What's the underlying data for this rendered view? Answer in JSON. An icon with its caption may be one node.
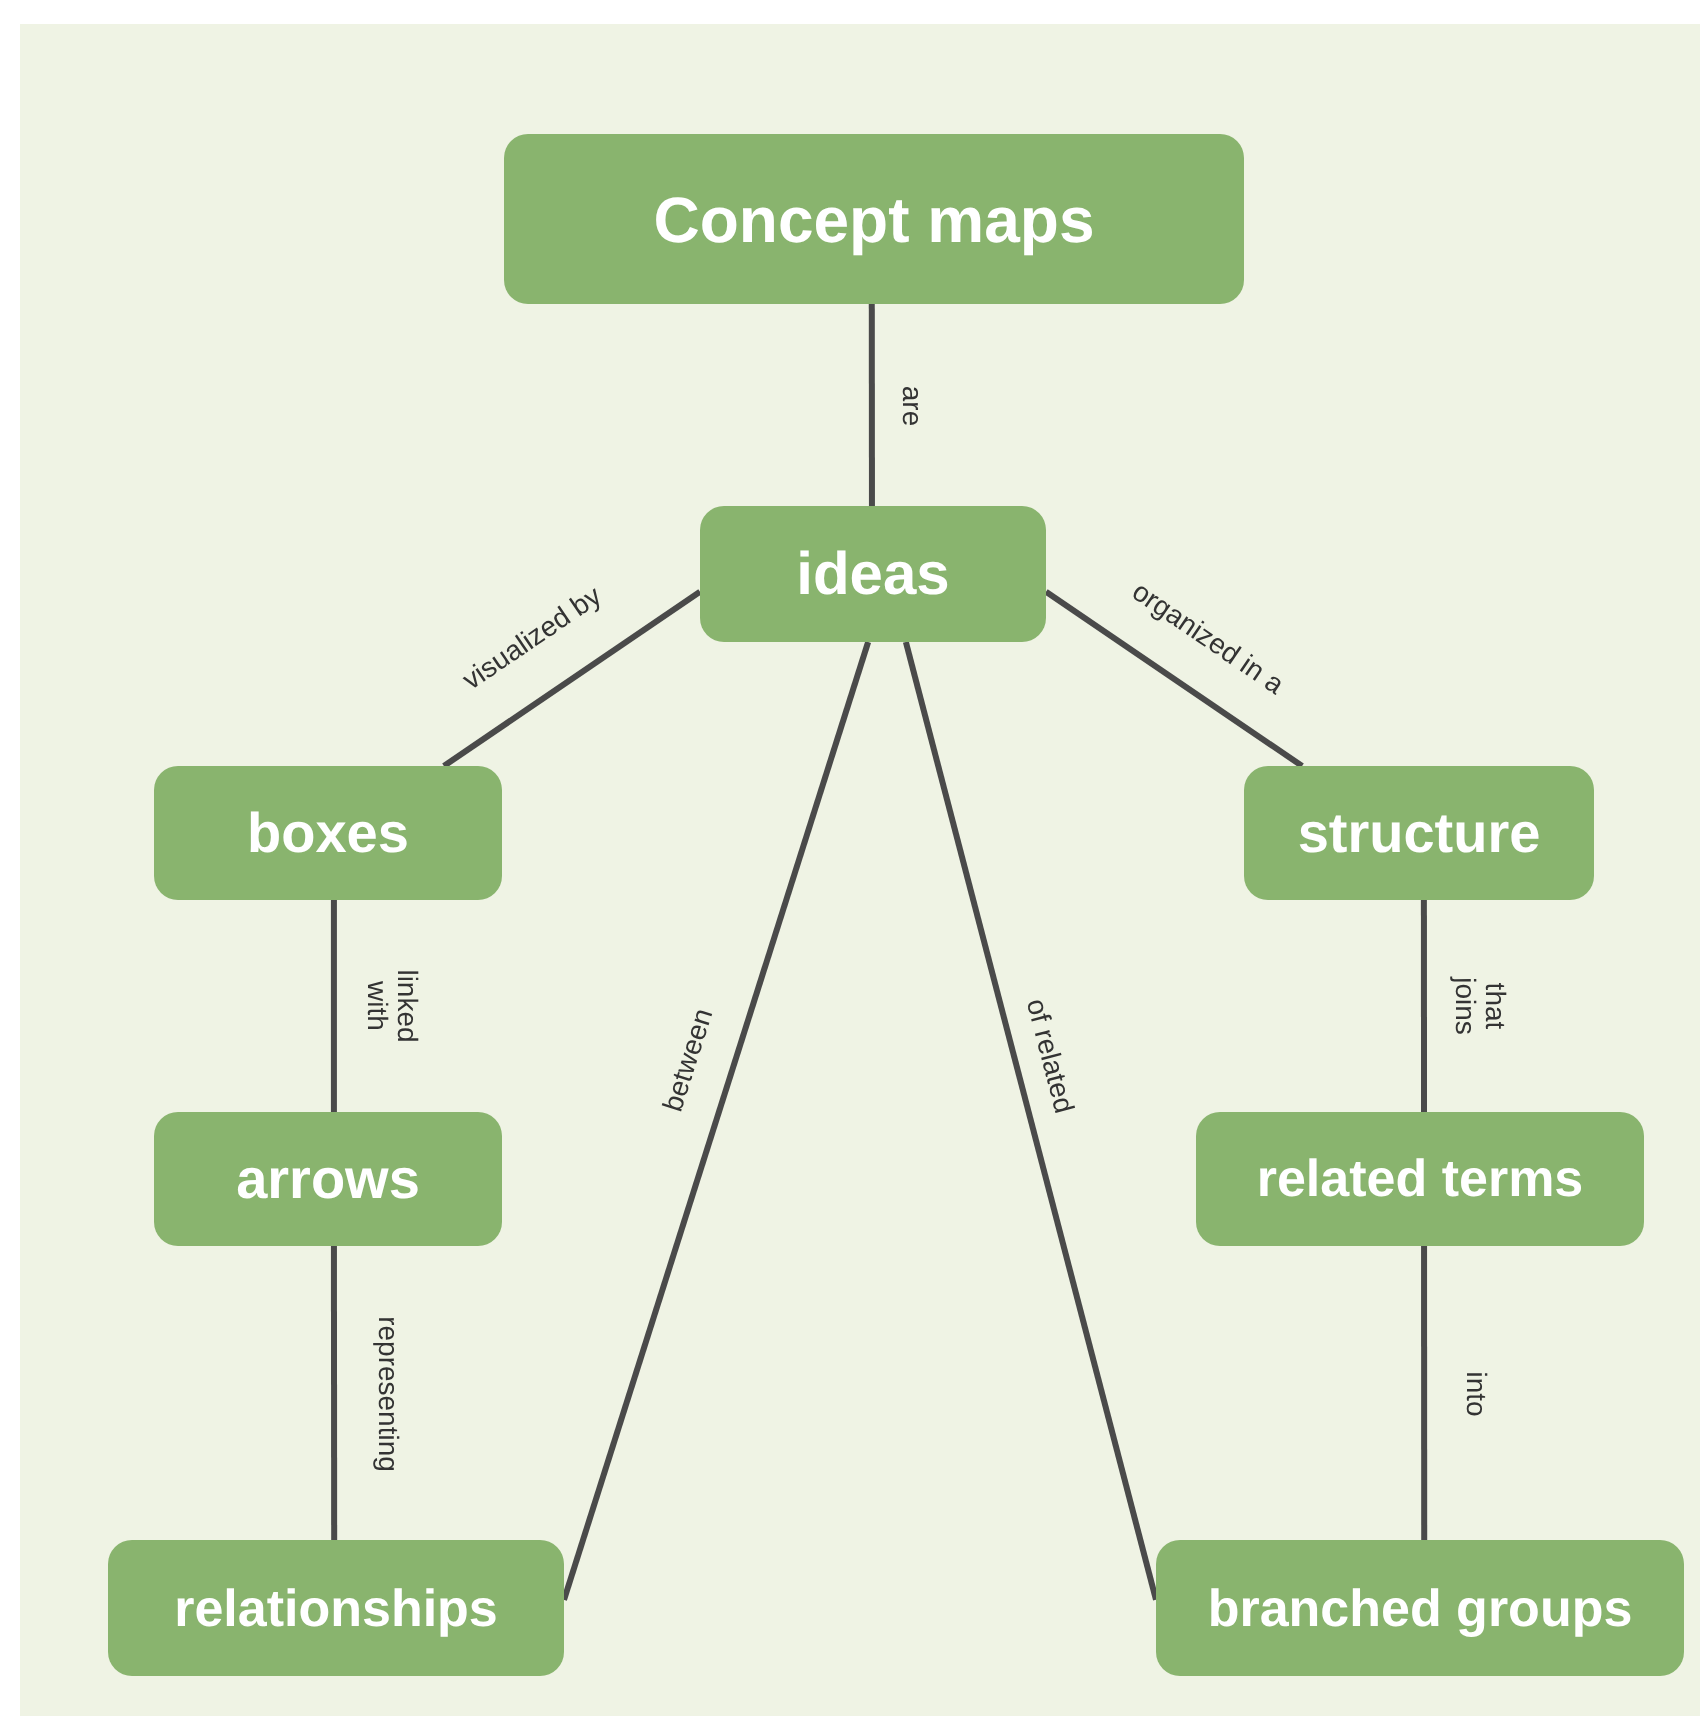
{
  "diagram": {
    "nodes": [
      {
        "text": [
          "Concept maps"
        ]
      },
      {
        "text": [
          "ideas"
        ]
      },
      {
        "text": [
          "boxes"
        ]
      },
      {
        "text": [
          "structure"
        ]
      },
      {
        "text": [
          "arrows"
        ]
      },
      {
        "text": [
          "related terms"
        ]
      },
      {
        "text": [
          "relationships"
        ]
      },
      {
        "text": [
          "branched groups"
        ]
      }
    ],
    "edges": [
      {
        "from": 0,
        "to": 1,
        "arrow": "none",
        "label": "are"
      },
      {
        "from": 1,
        "to": 2,
        "arrow": "none",
        "label": "visualized by"
      },
      {
        "from": 1,
        "to": 3,
        "arrow": "none",
        "label": "organized in a"
      },
      {
        "from": 2,
        "to": 4,
        "arrow": "none",
        "label": "linked with"
      },
      {
        "from": 4,
        "to": 6,
        "arrow": "none",
        "label": "representing"
      },
      {
        "from": 1,
        "to": 6,
        "arrow": "none",
        "label": "between"
      },
      {
        "from": 1,
        "to": 7,
        "arrow": "none",
        "label": "of related"
      },
      {
        "from": 3,
        "to": 5,
        "arrow": "none",
        "label": "that joins"
      },
      {
        "from": 5,
        "to": 7,
        "arrow": "none",
        "label": "into"
      }
    ]
  }
}
